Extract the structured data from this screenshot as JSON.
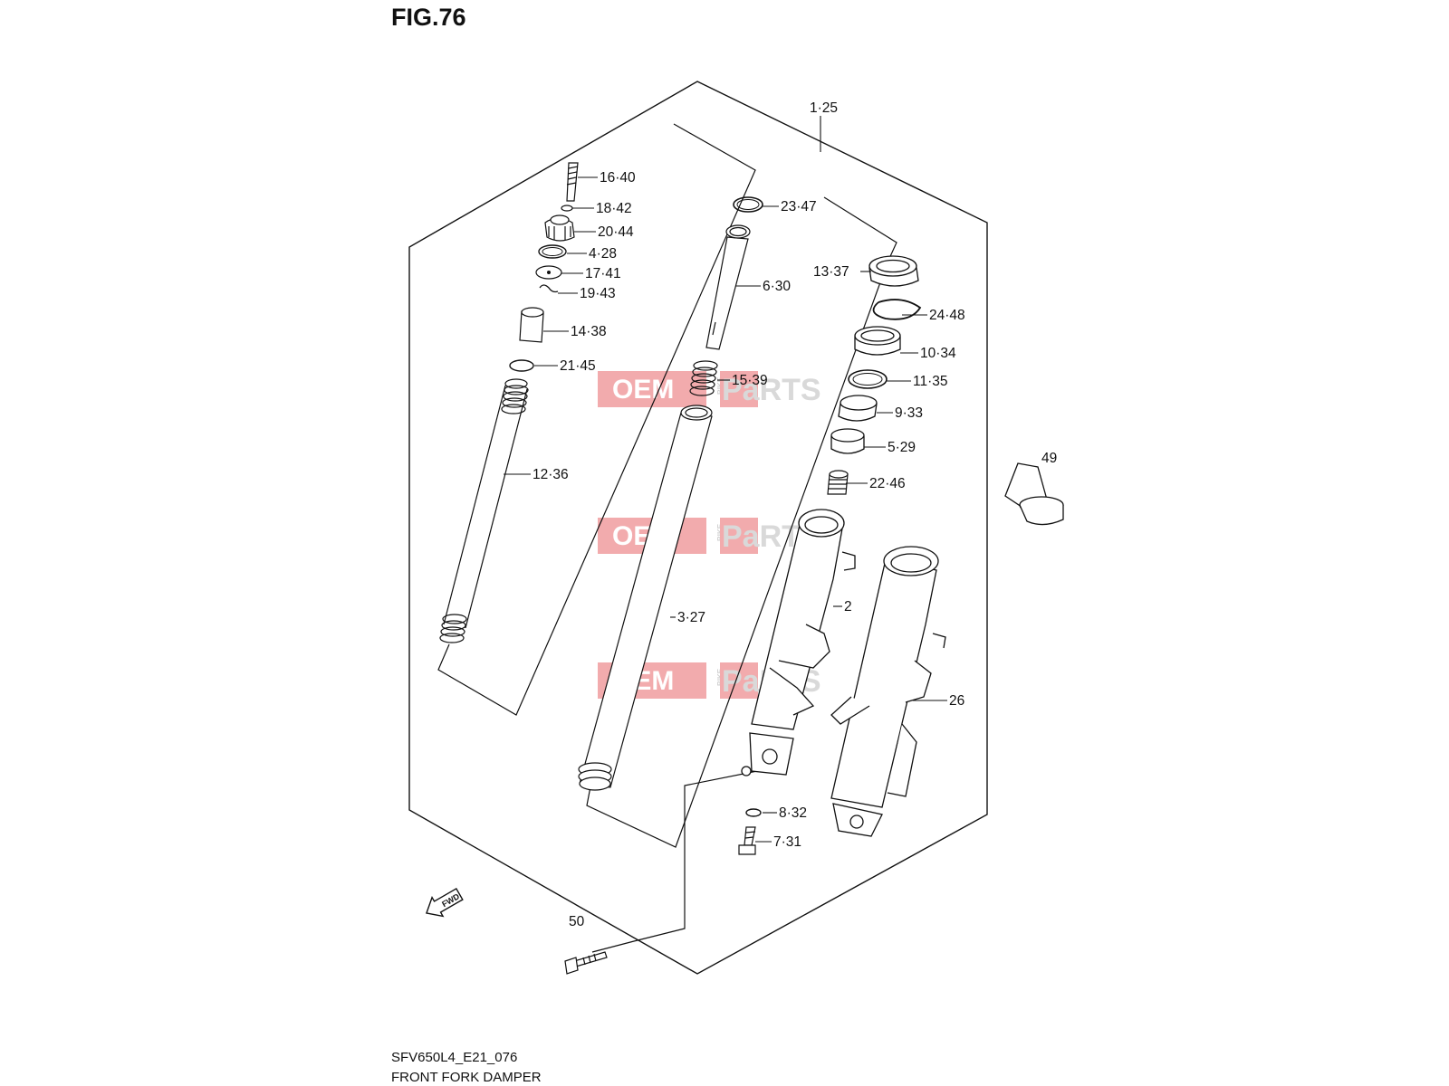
{
  "figure": {
    "title": "FIG.76",
    "code": "SFV650L4_E21_076",
    "name": "FRONT FORK DAMPER"
  },
  "callouts": [
    {
      "id": "c-1-25",
      "label": "1·25"
    },
    {
      "id": "c-16-40",
      "label": "16·40"
    },
    {
      "id": "c-18-42",
      "label": "18·42"
    },
    {
      "id": "c-20-44",
      "label": "20·44"
    },
    {
      "id": "c-4-28",
      "label": "4·28"
    },
    {
      "id": "c-17-41",
      "label": "17·41"
    },
    {
      "id": "c-19-43",
      "label": "19·43"
    },
    {
      "id": "c-14-38",
      "label": "14·38"
    },
    {
      "id": "c-21-45",
      "label": "21·45"
    },
    {
      "id": "c-12-36",
      "label": "12·36"
    },
    {
      "id": "c-23-47",
      "label": "23·47"
    },
    {
      "id": "c-6-30",
      "label": "6·30"
    },
    {
      "id": "c-15-39",
      "label": "15·39"
    },
    {
      "id": "c-3-27",
      "label": "3·27"
    },
    {
      "id": "c-13-37",
      "label": "13·37"
    },
    {
      "id": "c-24-48",
      "label": "24·48"
    },
    {
      "id": "c-10-34",
      "label": "10·34"
    },
    {
      "id": "c-11-35",
      "label": "11·35"
    },
    {
      "id": "c-9-33",
      "label": "9·33"
    },
    {
      "id": "c-5-29",
      "label": "5·29"
    },
    {
      "id": "c-22-46",
      "label": "22·46"
    },
    {
      "id": "c-2",
      "label": "2"
    },
    {
      "id": "c-26",
      "label": "26"
    },
    {
      "id": "c-49",
      "label": "49"
    },
    {
      "id": "c-8-32",
      "label": "8·32"
    },
    {
      "id": "c-7-31",
      "label": "7·31"
    },
    {
      "id": "c-50",
      "label": "50"
    }
  ],
  "fwd_arrow": {
    "label": "FWD"
  },
  "watermark": {
    "oem": "OEM",
    "bike": "BIKE",
    "parts": "PaRTS",
    "color": "#e8686b"
  }
}
